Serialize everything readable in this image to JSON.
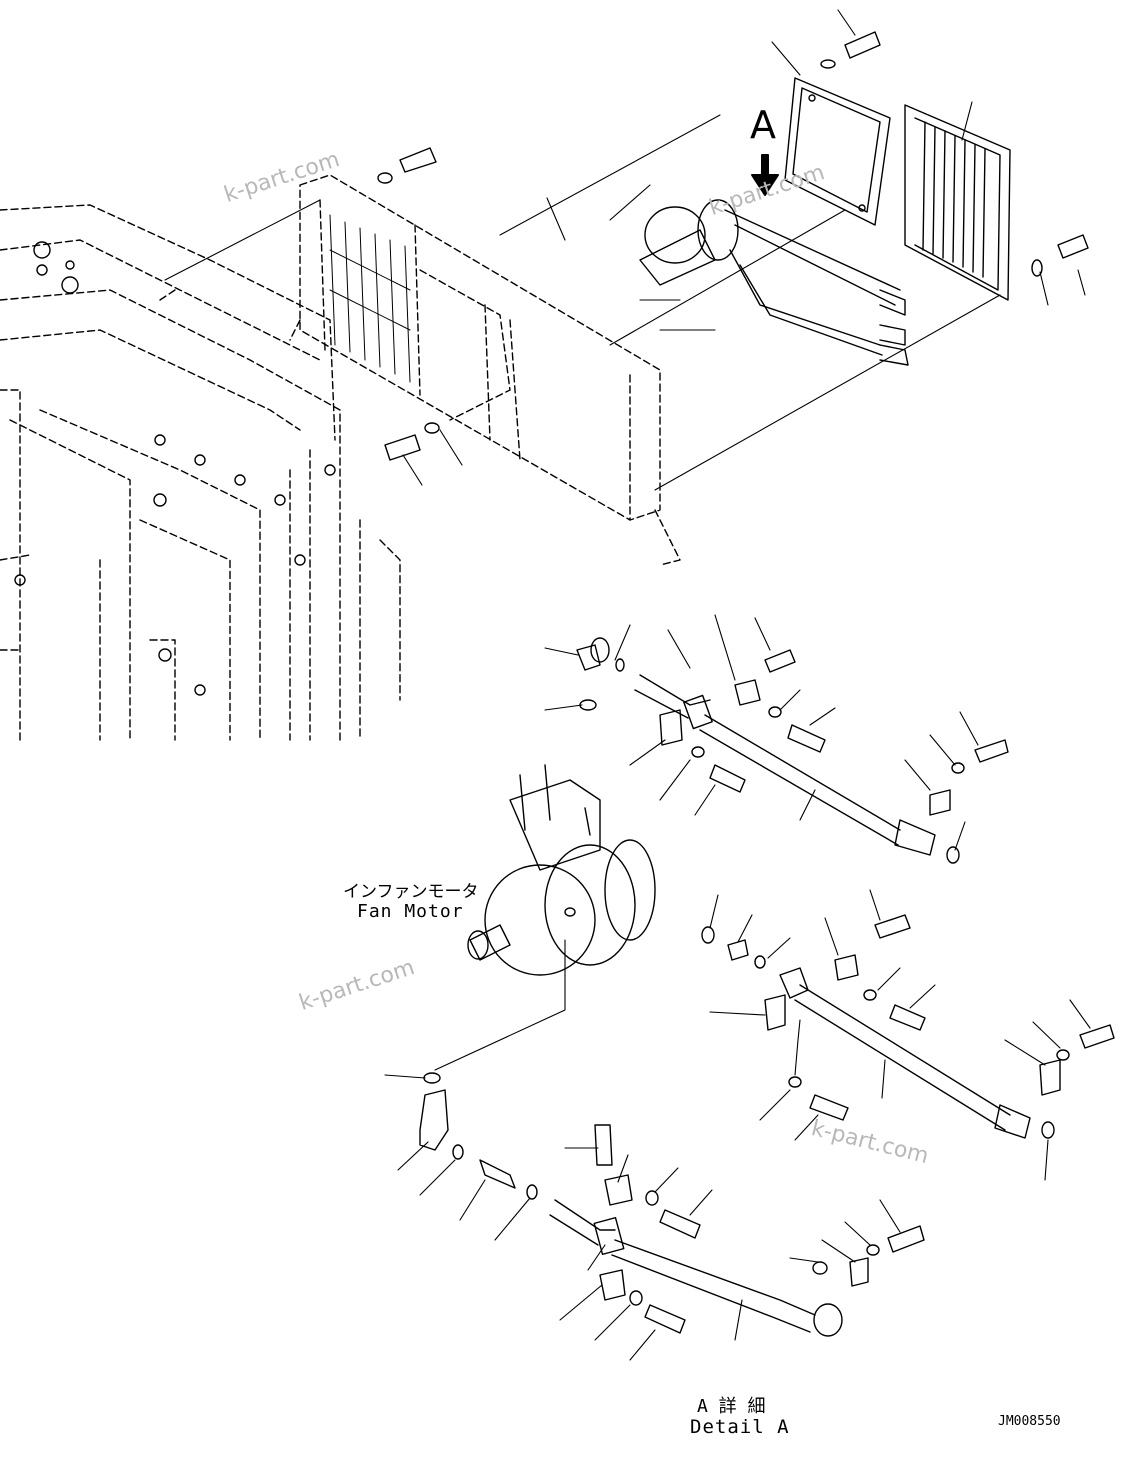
{
  "view_marker": "A",
  "fan_motor": {
    "label_jp": "インファンモータ",
    "label_en": "Fan Motor"
  },
  "detail": {
    "label_jp": "A 詳 細",
    "label_en": "Detail A"
  },
  "drawing_code": "JM008550",
  "watermark": "k-part.com"
}
